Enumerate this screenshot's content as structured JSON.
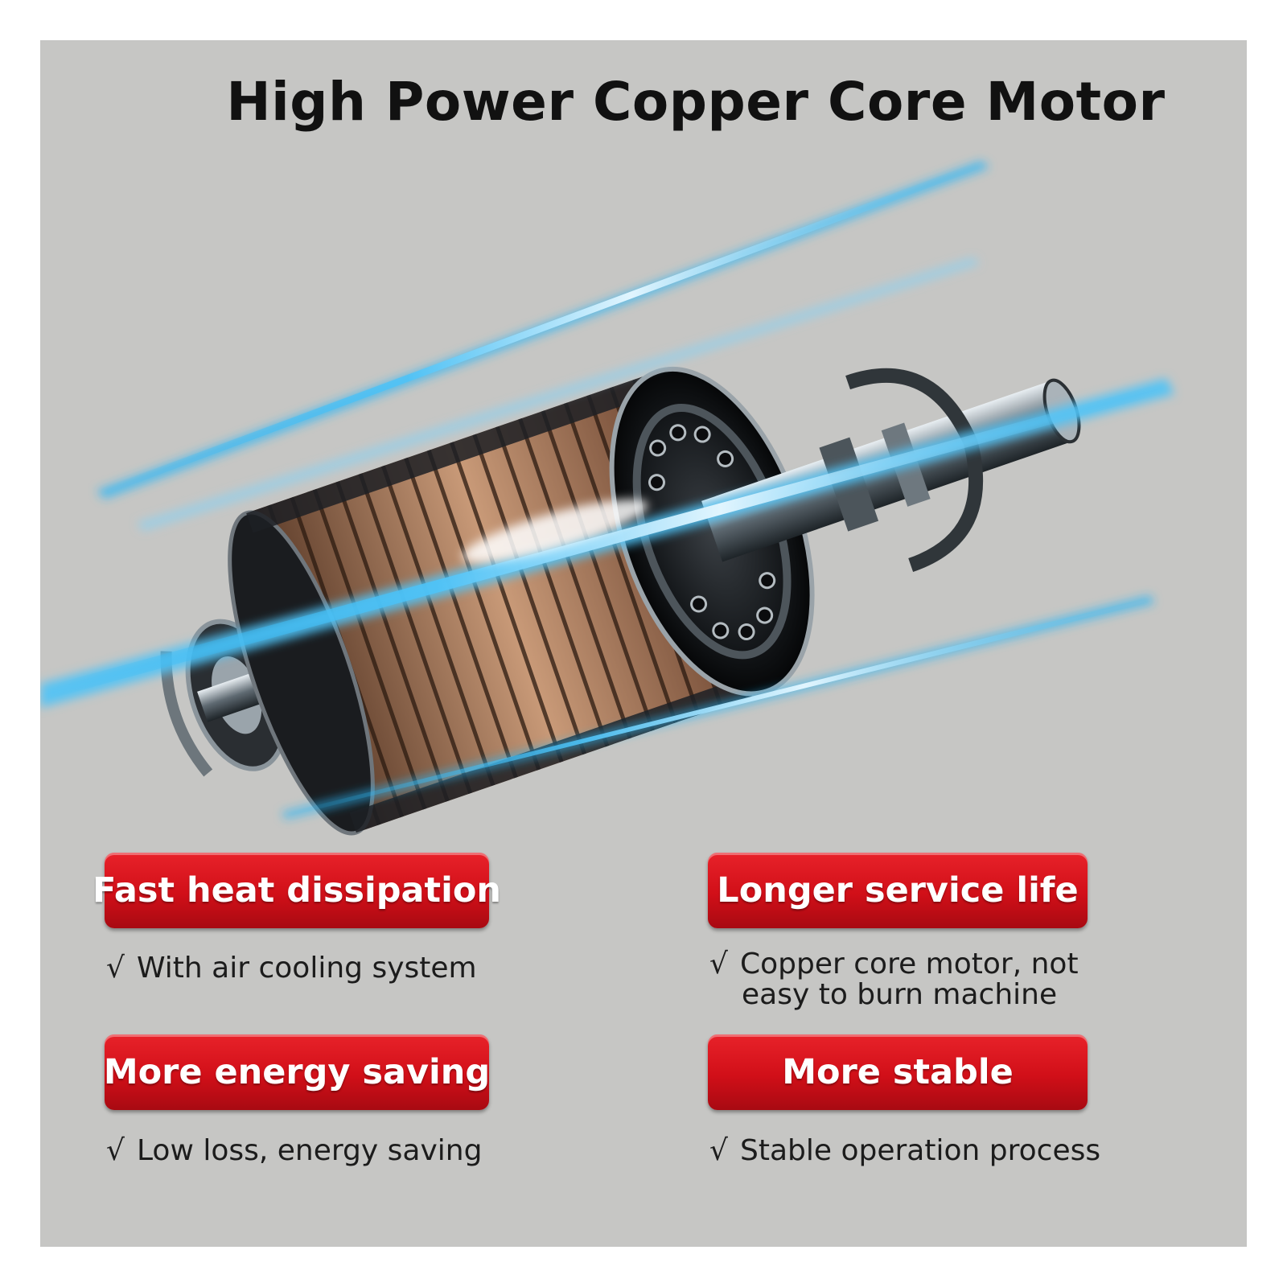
{
  "headline": "High Power Copper Core Motor",
  "colors": {
    "background": "#c6c6c4",
    "badge_red": "#d10f18",
    "light_streak": "#29b6f6"
  },
  "image": {
    "subject": "motor-cutaway-illustration",
    "icon": "copper-core-motor-icon"
  },
  "features": [
    {
      "title": "Fast heat dissipation",
      "check": "√",
      "desc": "With air cooling system",
      "desc2": ""
    },
    {
      "title": "Longer service life",
      "check": "√",
      "desc": "Copper core motor, not",
      "desc2": "easy to burn machine"
    },
    {
      "title": "More energy saving",
      "check": "√",
      "desc": "Low loss, energy saving",
      "desc2": ""
    },
    {
      "title": "More stable",
      "check": "√",
      "desc": "Stable operation process",
      "desc2": ""
    }
  ]
}
